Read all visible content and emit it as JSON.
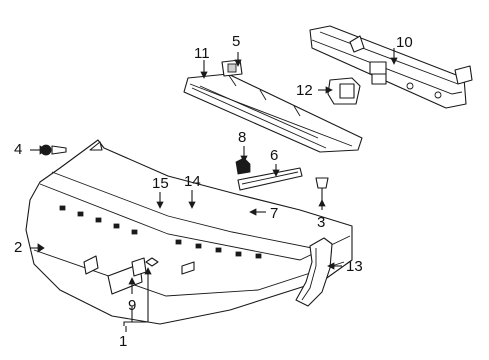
{
  "callouts": {
    "c1": "1",
    "c2": "2",
    "c3": "3",
    "c4": "4",
    "c5": "5",
    "c6": "6",
    "c7": "7",
    "c8": "8",
    "c9": "9",
    "c10": "10",
    "c11": "11",
    "c12": "12",
    "c13": "13",
    "c14": "14",
    "c15": "15"
  },
  "colors": {
    "line": "#1a1a1a",
    "background": "#ffffff",
    "shade": "#cfcfcf"
  }
}
